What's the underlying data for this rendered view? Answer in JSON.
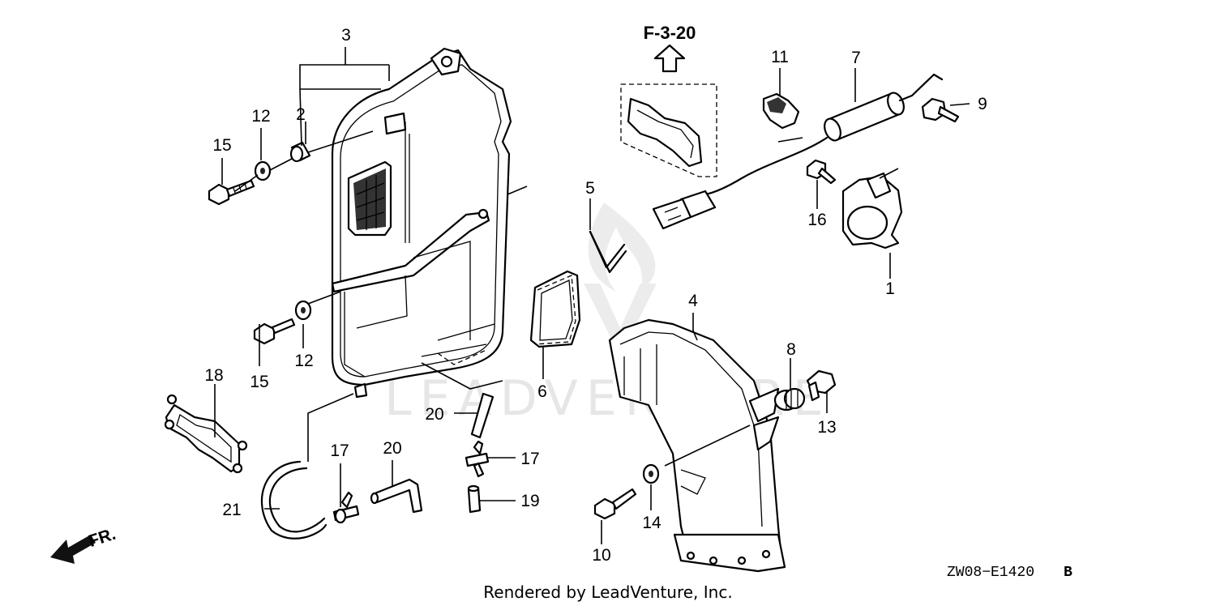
{
  "diagram": {
    "callouts": {
      "c1": "1",
      "c2": "2",
      "c3": "3",
      "c4": "4",
      "c5": "5",
      "c6": "6",
      "c7": "7",
      "c8": "8",
      "c9": "9",
      "c10": "10",
      "c11": "11",
      "c12a": "12",
      "c12b": "12",
      "c13": "13",
      "c14": "14",
      "c15a": "15",
      "c15b": "15",
      "c16": "16",
      "c17a": "17",
      "c17b": "17",
      "c18": "18",
      "c19": "19",
      "c20a": "20",
      "c20b": "20",
      "c21": "21"
    },
    "reference": "F-3-20",
    "front_indicator": "FR.",
    "diagram_code": "ZW08−E1420",
    "diagram_suffix": "B",
    "watermark": "LEADVENTURE",
    "footer": "Rendered by LeadVenture, Inc."
  }
}
